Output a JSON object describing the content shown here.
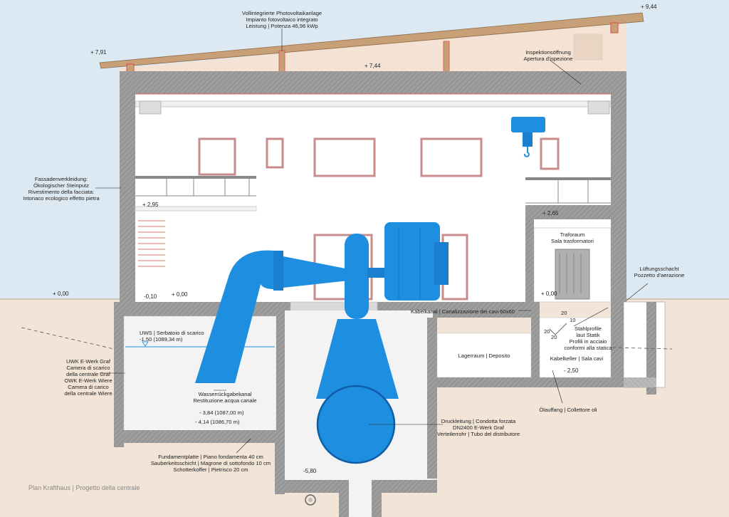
{
  "levels": {
    "ridge": "+ 9,44",
    "eave": "+ 7,91",
    "roof_inner": "+ 7,44",
    "upper_floor": "+ 2,95",
    "trafo_floor": "+ 2,65",
    "ground_outside": "+ 0,00",
    "ground_inside": "+ 0,00",
    "ground_minus": "-0,10",
    "trafo_ground": "+ 0,00",
    "cable_cellar": "- 2,50",
    "pit": "-5,80"
  },
  "labels": {
    "pv": [
      "Vollintegrierte Photovoltaikanlage",
      "Impianto fotovoltaico integrato",
      "Leistung | Potenza 46,96 kWp"
    ],
    "inspection": [
      "Inspektionsöffnung",
      "Apertura d'ispezione"
    ],
    "facade": [
      "Fassadenverkleidung:",
      "Ökologischer Steinputz",
      "Rivestimento della facciata:",
      "Intonaco ecologico effetto pietra"
    ],
    "trafo": [
      "Traforaum",
      "Sala trasformatori"
    ],
    "ventilation": [
      "Lüftungsschacht",
      "Pozzetto d'aerazione"
    ],
    "cable_channel": "Kabelkanal | Canalizzazione dei cavi 60x60",
    "steel": [
      "Stahlprofile",
      "laut Statik",
      "Profili in acciaio",
      "conformi alla statica"
    ],
    "cable_cellar": "Kabelkeller | Sala cavi",
    "storage": "Lagerraum | Deposito",
    "oil": "Ölauffang | Collettore oli",
    "uws": [
      "UWS | Serbatoio di scarico",
      "-1,50 (1089,34 m)"
    ],
    "uwk": [
      "UWK E-Werk Graf",
      "Camera di scarico",
      "della centrale Graf",
      "OWK E-Werk Wiere",
      "Camera di carico",
      "della centrale Wiere"
    ],
    "tailrace": [
      "Wasserrückgabekanal",
      "Restituzione acqua canale"
    ],
    "lev1": "- 3,84 (1087,00 m)",
    "lev2": "- 4,14 (1086,70 m)",
    "foundation": [
      "Fundamentplatte | Piano fondamenta 40 cm",
      "Sauberkeitsschicht | Magrone di sottofondo 10 cm",
      "Schotterkoffer | Pietrisco 20 cm"
    ],
    "penstock": [
      "Druckleitung | Condotta forzata",
      "DN2400 E-Werk Graf",
      "Verteilerrohr | Tubo del distributore"
    ],
    "dims": [
      "20",
      "10",
      "20",
      "20"
    ]
  },
  "caption": "Plan Krafthaus | Progetto della centrale",
  "colors": {
    "sky": "#dde9f2",
    "earth": "#f2e4d6",
    "concrete": "#a8a8a8",
    "water_blue": "#1e8fe0",
    "roof_wood": "#c8a078",
    "pv_red": "#e04a3a"
  }
}
